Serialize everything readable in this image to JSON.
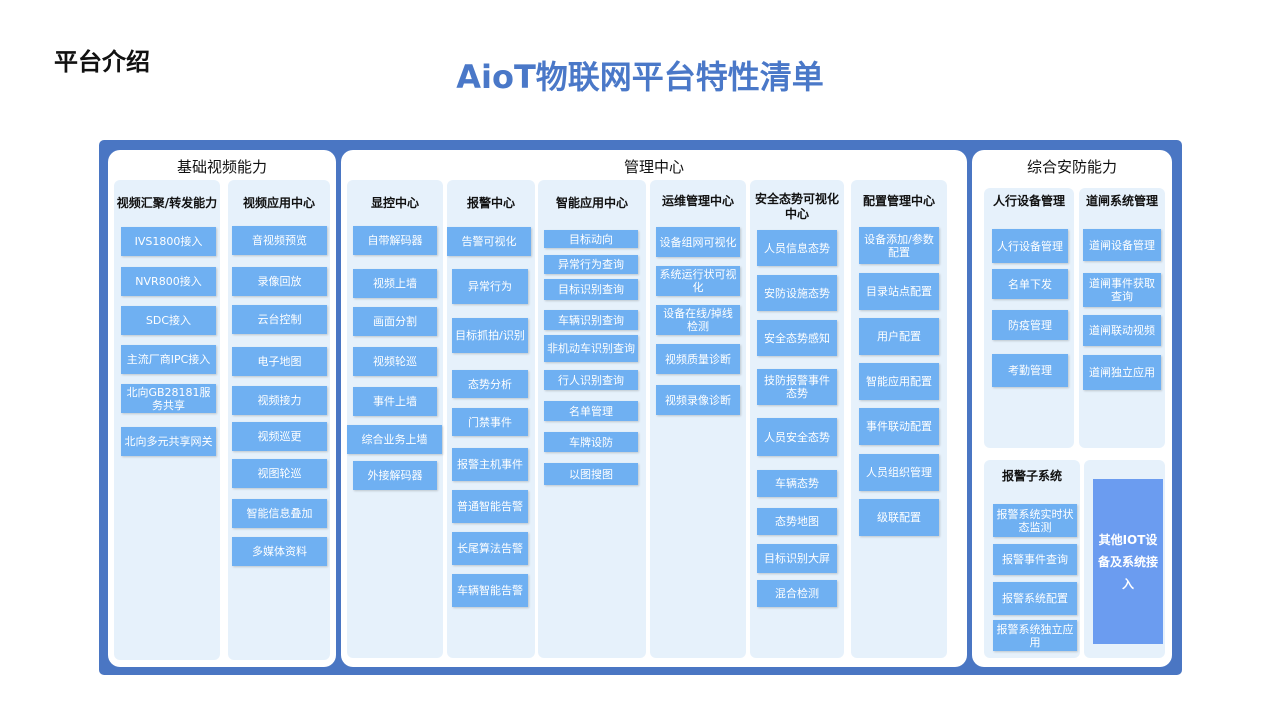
{
  "page_title": "平台介绍",
  "main_title": "AioT物联网平台特性清单",
  "sections": {
    "basic_video": {
      "title": "基础视频能力",
      "columns": [
        {
          "title": "视频汇聚/转发能力",
          "items": [
            "IVS1800接入",
            "NVR800接入",
            "SDC接入",
            "主流厂商IPC接入",
            "北向GB28181服务共享",
            "北向多元共享网关"
          ]
        },
        {
          "title": "视频应用中心",
          "items": [
            "音视频预览",
            "录像回放",
            "云台控制",
            "电子地图",
            "视频接力",
            "视频巡更",
            "视图轮巡",
            "智能信息叠加",
            "多媒体资料"
          ]
        }
      ]
    },
    "management": {
      "title": "管理中心",
      "columns": [
        {
          "title": "显控中心",
          "items": [
            "自带解码器",
            "视频上墙",
            "画面分割",
            "视频轮巡",
            "事件上墙",
            "综合业务上墙",
            "外接解码器"
          ]
        },
        {
          "title": "报警中心",
          "items": [
            "告警可视化",
            "异常行为",
            "目标抓拍/识别",
            "态势分析",
            "门禁事件",
            "报警主机事件",
            "普通智能告警",
            "长尾算法告警",
            "车辆智能告警"
          ]
        },
        {
          "title": "智能应用中心",
          "items": [
            "目标动向",
            "异常行为查询",
            "目标识别查询",
            "车辆识别查询",
            "非机动车识别查询",
            "行人识别查询",
            "名单管理",
            "车牌设防",
            "以图搜图"
          ]
        },
        {
          "title": "运维管理中心",
          "items": [
            "设备组网可视化",
            "系统运行状可视化",
            "设备在线/掉线检测",
            "视频质量诊断",
            "视频录像诊断"
          ]
        },
        {
          "title": "安全态势可视化中心",
          "items": [
            "人员信息态势",
            "安防设施态势",
            "安全态势感知",
            "技防报警事件态势",
            "人员安全态势",
            "车辆态势",
            "态势地图",
            "目标识别大屏",
            "混合检测"
          ]
        },
        {
          "title": "配置管理中心",
          "items": [
            "设备添加/参数配置",
            "目录站点配置",
            "用户配置",
            "智能应用配置",
            "事件联动配置",
            "人员组织管理",
            "级联配置"
          ]
        }
      ]
    },
    "security": {
      "title": "综合安防能力",
      "columns": [
        {
          "title": "人行设备管理",
          "items": [
            "人行设备管理",
            "名单下发",
            "防疫管理",
            "考勤管理"
          ]
        },
        {
          "title": "道闸系统管理",
          "items": [
            "道闸设备管理",
            "道闸事件获取查询",
            "道闸联动视频",
            "道闸独立应用"
          ]
        },
        {
          "title": "报警子系统",
          "items": [
            "报警系统实时状态监测",
            "报警事件查询",
            "报警系统配置",
            "报警系统独立应用"
          ]
        }
      ],
      "iot_block": "其他IOT设备及系统接入"
    }
  },
  "colors": {
    "frame": "#4a76c3",
    "item": "#6fb0f2",
    "column_bg": "#e6f1fb",
    "title": "#4a78c8",
    "iot_block": "#6b9cf0"
  }
}
